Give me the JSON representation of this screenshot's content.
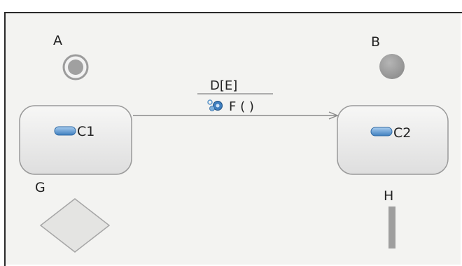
{
  "nodes": {
    "a": {
      "label": "A"
    },
    "b": {
      "label": "B"
    },
    "c1": {
      "label": "C1"
    },
    "c2": {
      "label": "C2"
    },
    "g": {
      "label": "G"
    },
    "h": {
      "label": "H"
    }
  },
  "transition": {
    "trigger_guard": "D[E]",
    "effect": "F ( )"
  },
  "colors": {
    "frame_border": "#2a2a2a",
    "canvas_bg": "#f3f3f1",
    "state_fill": "#ebebea",
    "state_border": "#9a9a9a",
    "final_fill": "#9a9a9a",
    "initial_dot": "#9c9c9c",
    "decision_fill": "#e4e4e2",
    "bar_fill": "#9e9e9e",
    "entry_icon": "#5b95c9",
    "arrow": "#8a8a8a"
  },
  "icons": {
    "state_entry": "region-pill-icon",
    "effect": "behavior-gear-icon"
  }
}
